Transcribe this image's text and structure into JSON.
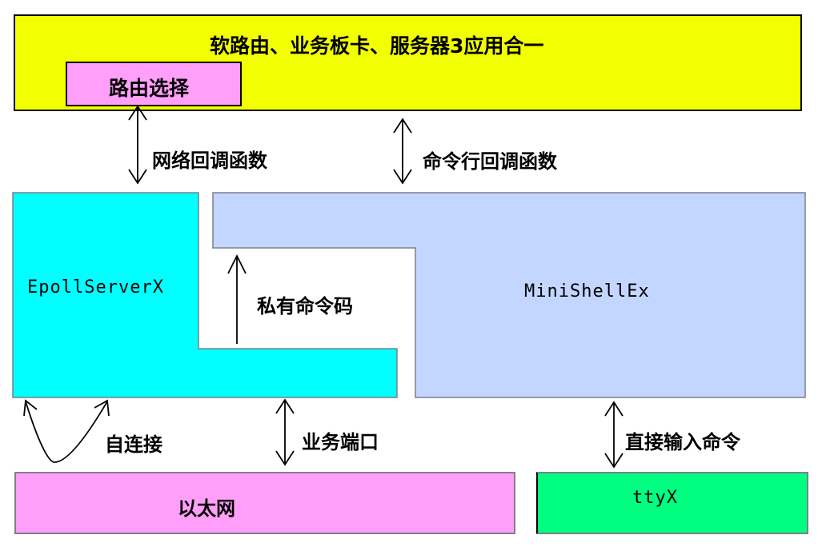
{
  "diagram": {
    "top_box": {
      "title": "软路由、业务板卡、服务器3应用合一",
      "color": "#f2ff00"
    },
    "route_select": {
      "label": "路由选择",
      "color": "#ff9ff9"
    },
    "epoll_server": {
      "label": "EpollServerX",
      "color": "#00ffff"
    },
    "minishell": {
      "label": "MiniShellEx",
      "color": "#c3d6ff"
    },
    "ethernet": {
      "label": "以太网",
      "color": "#ff9ff9"
    },
    "tty": {
      "label": "ttyX",
      "color": "#00ff80"
    },
    "edges": {
      "network_callback": "网络回调函数",
      "cmdline_callback": "命令行回调函数",
      "private_cmd_code": "私有命令码",
      "self_connect": "自连接",
      "service_port": "业务端口",
      "direct_input": "直接输入命令"
    }
  }
}
